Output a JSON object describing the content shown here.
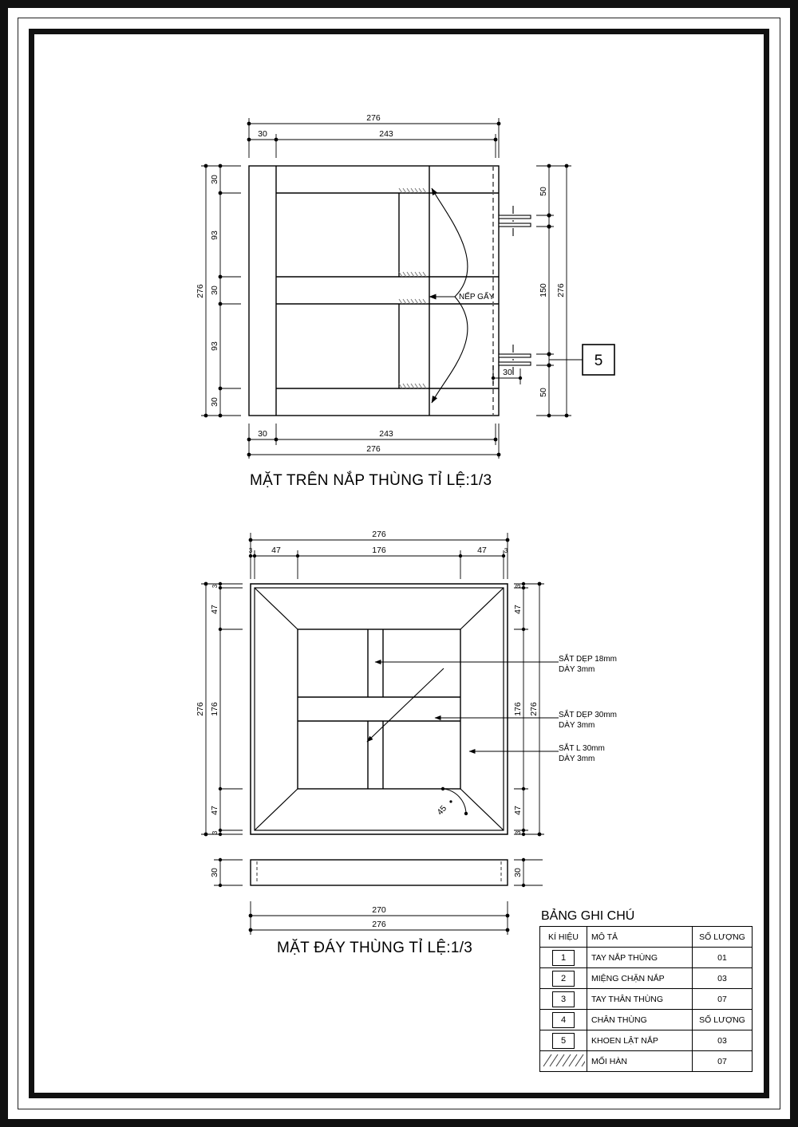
{
  "drawing": {
    "views": [
      {
        "id": "lid-top-view",
        "title": "MẶT TRÊN NẮP THÙNG TỈ LỆ:1/3",
        "scale": "1/3",
        "annotations": [
          {
            "id": "nep-gay",
            "text": "NẾP GẤY"
          }
        ],
        "callouts": [
          {
            "id": "callout-5",
            "text": "5"
          }
        ],
        "dimensions": {
          "top_overall": "276",
          "top_chain": [
            "30",
            "243"
          ],
          "bottom_chain": [
            "30",
            "243"
          ],
          "bottom_overall": "276",
          "left_overall": "276",
          "left_chain": [
            "30",
            "93",
            "30",
            "93",
            "30"
          ],
          "right_overall": "276",
          "right_chain": [
            "50",
            "150",
            "50"
          ],
          "detail_30": "30"
        }
      },
      {
        "id": "base-view",
        "title": "MẶT ĐÁY THÙNG TỈ LỆ:1/3",
        "scale": "1/3",
        "annotations": [
          {
            "id": "flat-bar-18",
            "line1": "SẮT DẸP 18mm",
            "line2": "DÀY 3mm"
          },
          {
            "id": "flat-bar-30",
            "line1": "SẮT DẸP 30mm",
            "line2": "DÀY 3mm"
          },
          {
            "id": "angle-l-30",
            "line1": "SẮT L 30mm",
            "line2": "DÀY 3mm"
          }
        ],
        "angle_note": "45",
        "dimensions": {
          "top_overall": "276",
          "top_chain": [
            "3",
            "47",
            "176",
            "47",
            "3"
          ],
          "left_overall": "276",
          "left_chain": [
            "3",
            "47",
            "176",
            "47",
            "3"
          ],
          "right_overall": "276",
          "right_chain": [
            "3",
            "47",
            "176",
            "47",
            "3"
          ],
          "side_height": "30",
          "side_inner_length": "270",
          "side_outer_length": "276"
        }
      }
    ]
  },
  "notes_table": {
    "title": "BẢNG GHI CHÚ",
    "headers": [
      "KÍ HIỆU",
      "MÔ TẢ",
      "SỐ LƯỢNG"
    ],
    "rows": [
      {
        "symbol": "1",
        "symbol_type": "box",
        "desc": "TAY NẮP THÙNG",
        "qty": "01"
      },
      {
        "symbol": "2",
        "symbol_type": "box",
        "desc": "MIỆNG CHẶN NẮP",
        "qty": "03"
      },
      {
        "symbol": "3",
        "symbol_type": "box",
        "desc": "TAY THÂN THÙNG",
        "qty": "07"
      },
      {
        "symbol": "4",
        "symbol_type": "box",
        "desc": "CHÂN THÙNG",
        "qty": "SỐ LƯỢNG"
      },
      {
        "symbol": "5",
        "symbol_type": "box",
        "desc": "KHOEN LẬT NẮP",
        "qty": "03"
      },
      {
        "symbol": "",
        "symbol_type": "hatch",
        "desc": "MỐI HÀN",
        "qty": "07"
      }
    ]
  }
}
